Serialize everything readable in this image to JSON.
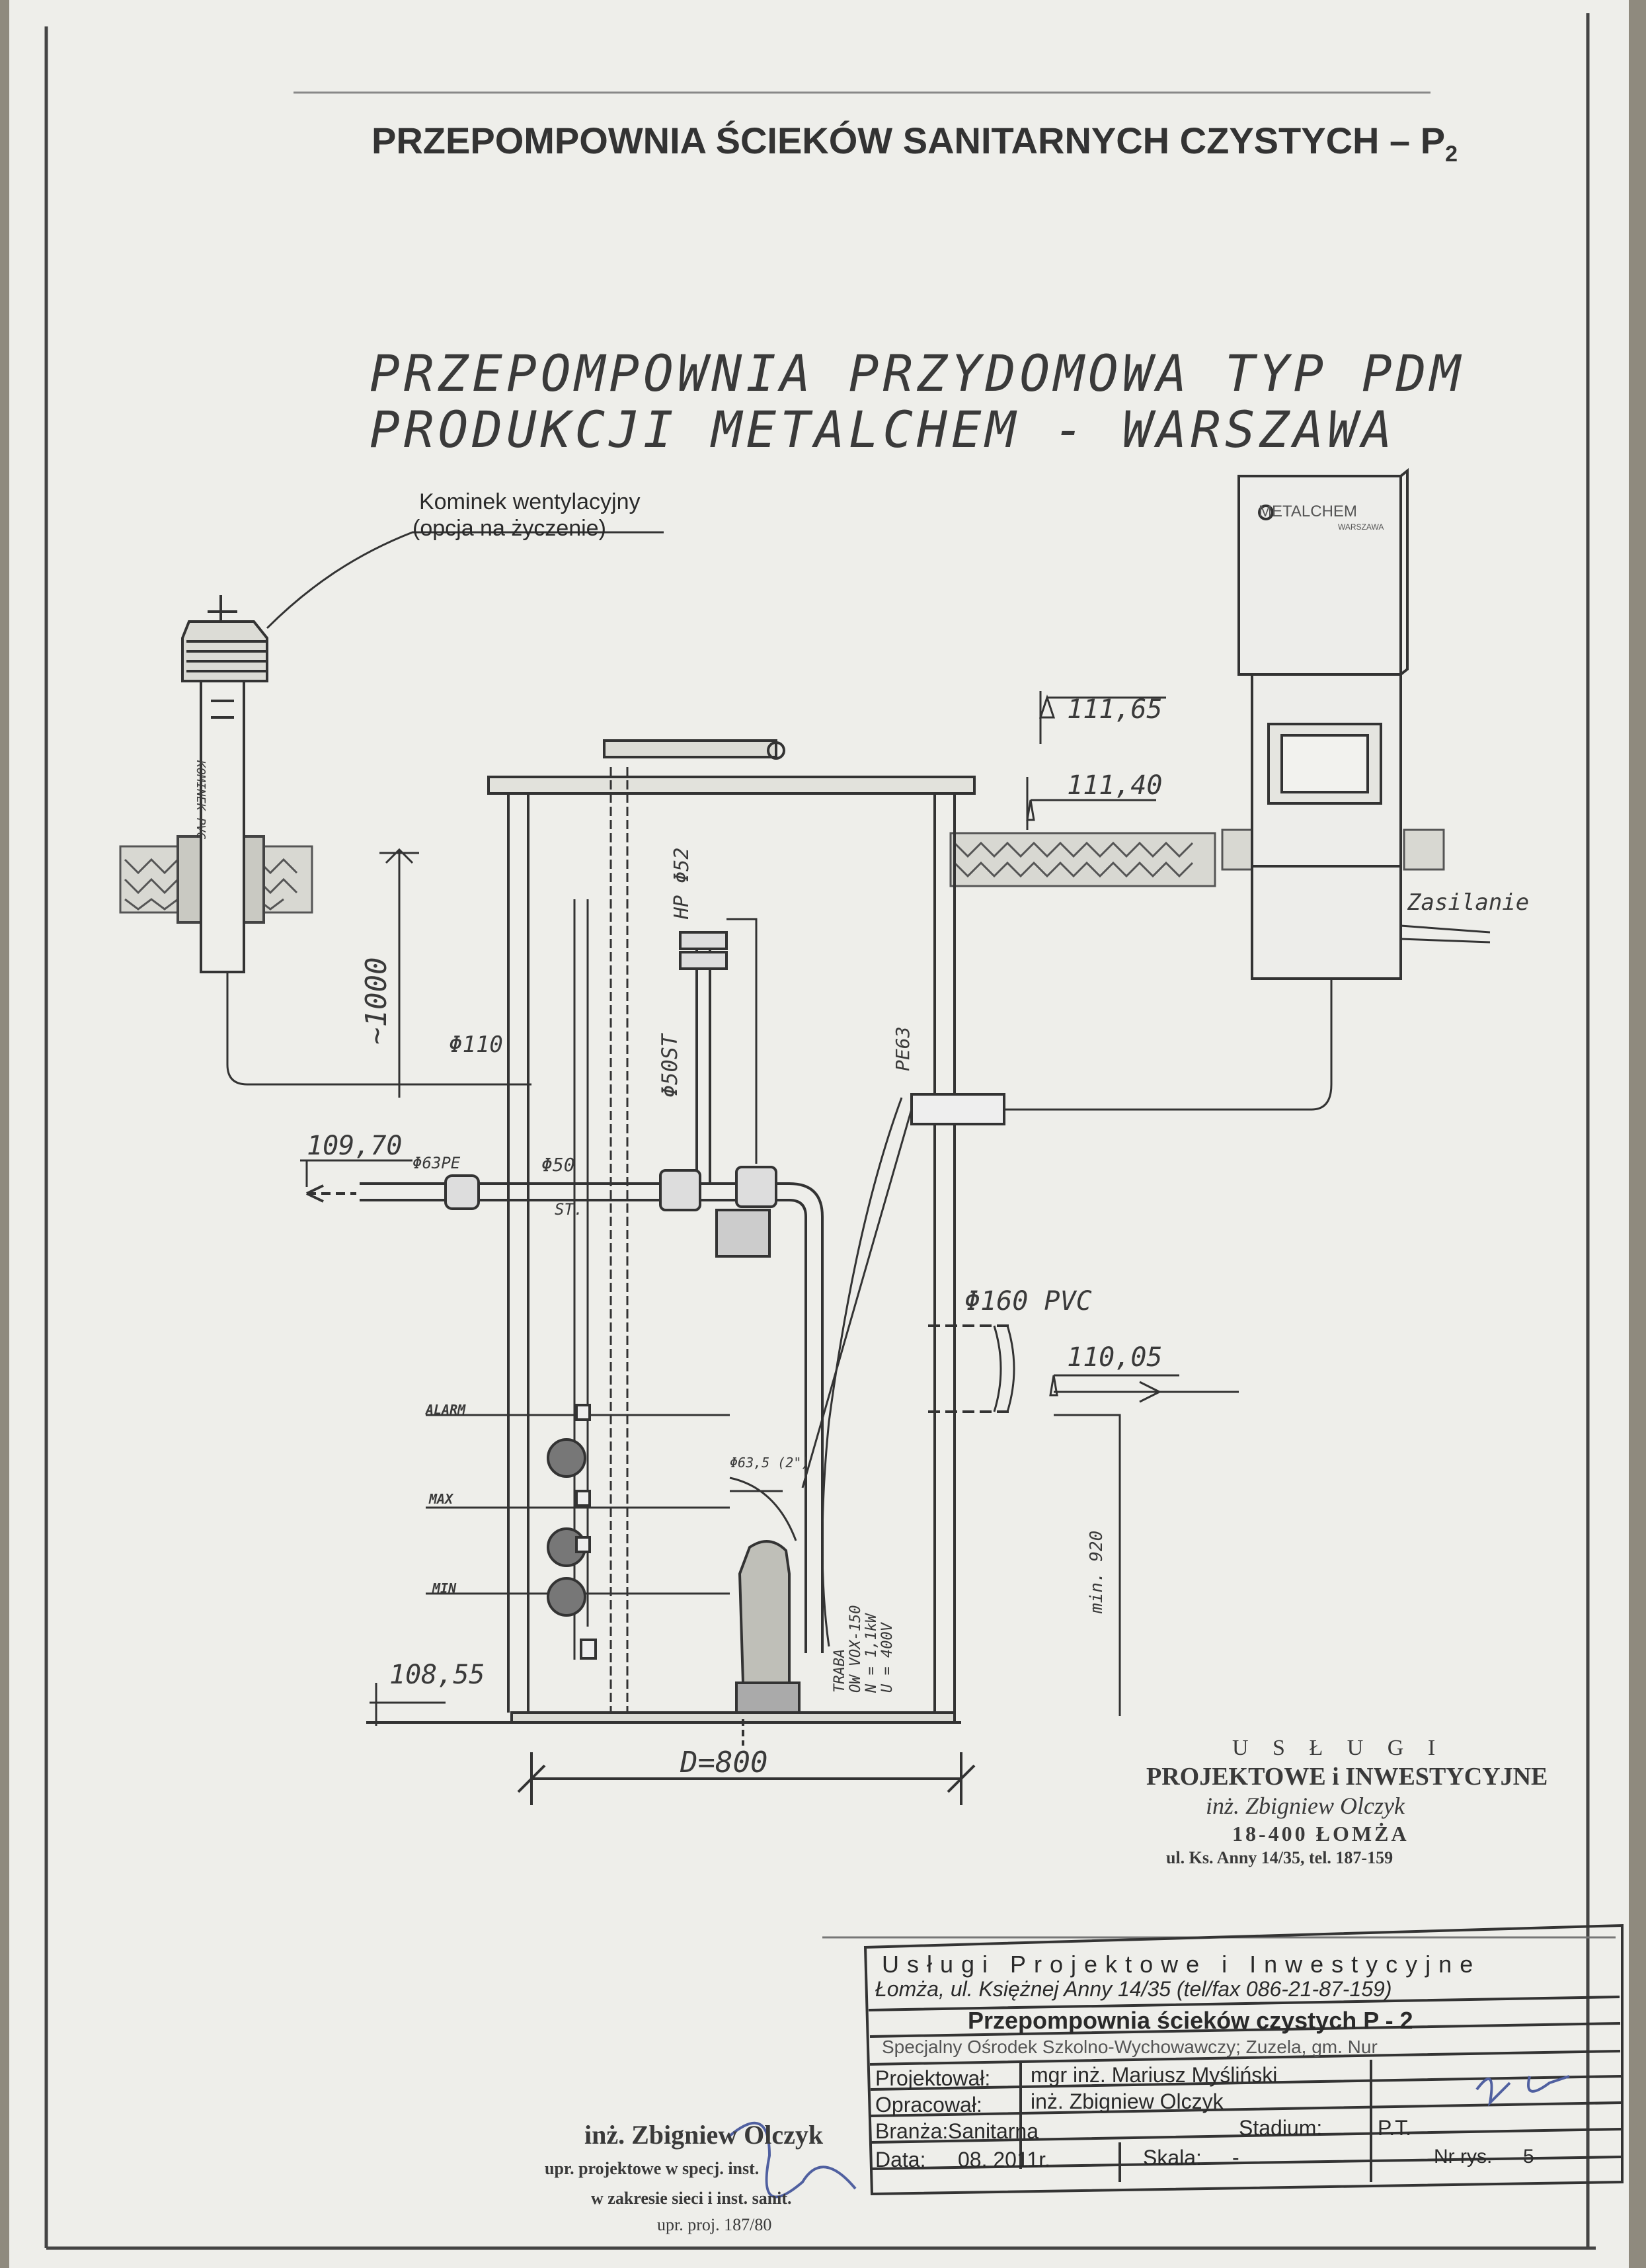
{
  "header": {
    "sheet_title": "PRZEPOMPOWNIA ŚCIEKÓW SANITARNYCH CZYSTYCH – P",
    "sheet_title_sub": "2"
  },
  "drawing": {
    "title_line1": "PRZEPOMPOWNIA PRZYDOMOWA TYP PDM",
    "title_line2": "PRODUKCJI METALCHEM - WARSZAWA",
    "vent_label_1": "Kominek wentylacyjny",
    "vent_label_2": "(opcja na życzenie)",
    "vent_pipe_label": "KOMINEK PVC",
    "cabinet_brand": "METALCHEM",
    "cabinet_brand_sub": "WARSZAWA",
    "power_label": "Zasilanie",
    "levels": {
      "top_cover": "111,65",
      "ground": "111,40",
      "outlet": "109,70",
      "inlet": "110,05",
      "bottom": "108,55"
    },
    "depth_label": "~1000",
    "vent_pipe_dia": "Φ110",
    "outlet_pipe": "Φ63PE",
    "pipe_50": "Φ50",
    "pipe_st": "ST.",
    "pipe_hp52": "HP Φ52",
    "pipe_50st": "Φ50ST",
    "cable_pe63": "PE63",
    "inlet_pipe": "Φ160 PVC",
    "float_alarm": "ALARM",
    "float_max": "MAX",
    "float_min": "MIN",
    "pump_hose": "Φ63,5 (2\")",
    "pump_spec": [
      "TRABA",
      "OW VOX-150",
      "N = 1,1kW",
      "U = 400V"
    ],
    "min_depth": "min. 920",
    "diameter": "D=800"
  },
  "stamp": {
    "line1": "U S Ł U G I",
    "line2": "PROJEKTOWE i INWESTYCYJNE",
    "line3": "inż. Zbigniew Olczyk",
    "line4": "18-400 ŁOMŻA",
    "line5": "ul. Ks. Anny 14/35, tel. 187-159"
  },
  "title_block": {
    "company": "Usługi Projektowe i Inwestycyjne",
    "address": "Łomża, ul. Księżnej Anny 14/35 (tel/fax 086-21-87-159)",
    "title": "Przepompownia ścieków czystych P - 2",
    "location": "Specjalny Ośrodek Szkolno-Wychowawczy; Zuzela, gm. Nur",
    "projektowal_label": "Projektował:",
    "projektowal_value": "mgr inż. Mariusz Myśliński",
    "opracowal_label": "Opracował:",
    "opracowal_value": "inż. Zbigniew Olczyk",
    "branza_label": "Branża:",
    "branza_value": "Sanitarna",
    "stadium_label": "Stadium:",
    "stadium_value": "P.T.",
    "data_label": "Data:",
    "data_value": "08. 2011r.",
    "skala_label": "Skala:",
    "skala_value": "-",
    "nr_label": "Nr rys.",
    "nr_value": "5"
  },
  "signature_stamp": {
    "name": "inż. Zbigniew Olczyk",
    "line2": "upr. projektowe w specj. inst.",
    "line3": "w zakresie sieci i inst. sanit.",
    "line4": "upr. proj. 187/80"
  }
}
